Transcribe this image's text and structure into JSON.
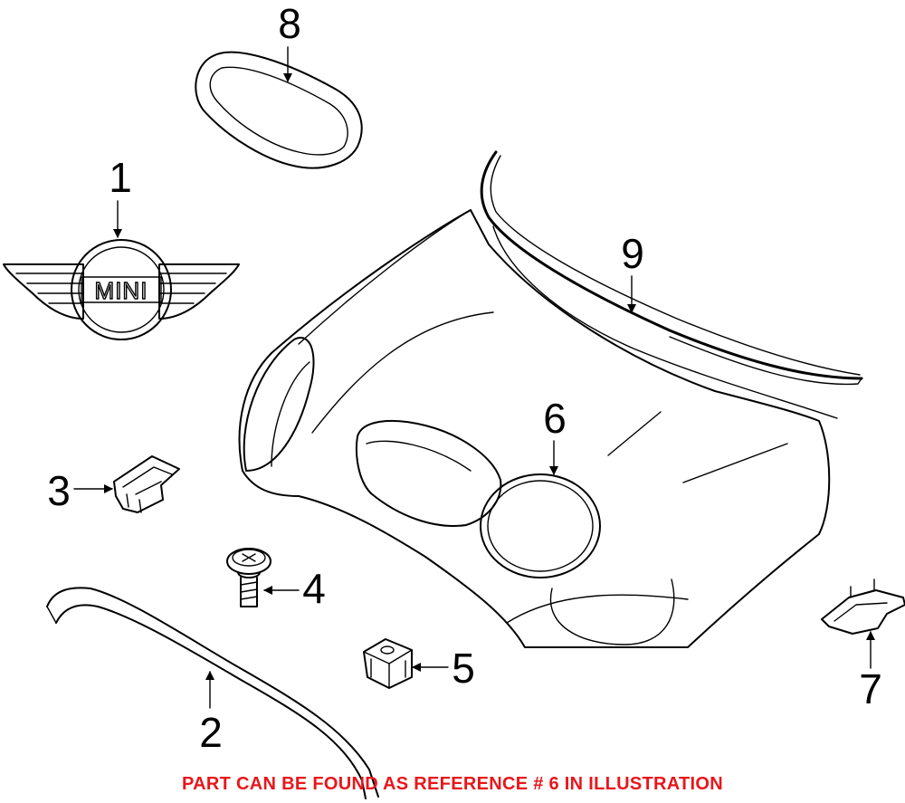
{
  "callouts": {
    "c1": "1",
    "c2": "2",
    "c3": "3",
    "c4": "4",
    "c5": "5",
    "c6": "6",
    "c7": "7",
    "c8": "8",
    "c9": "9"
  },
  "logo_text": "MINI",
  "footer_note": "PART CAN BE FOUND AS REFERENCE # 6 IN ILLUSTRATION",
  "colors": {
    "note": "#e8161b",
    "line": "#000000",
    "background": "#ffffff"
  }
}
